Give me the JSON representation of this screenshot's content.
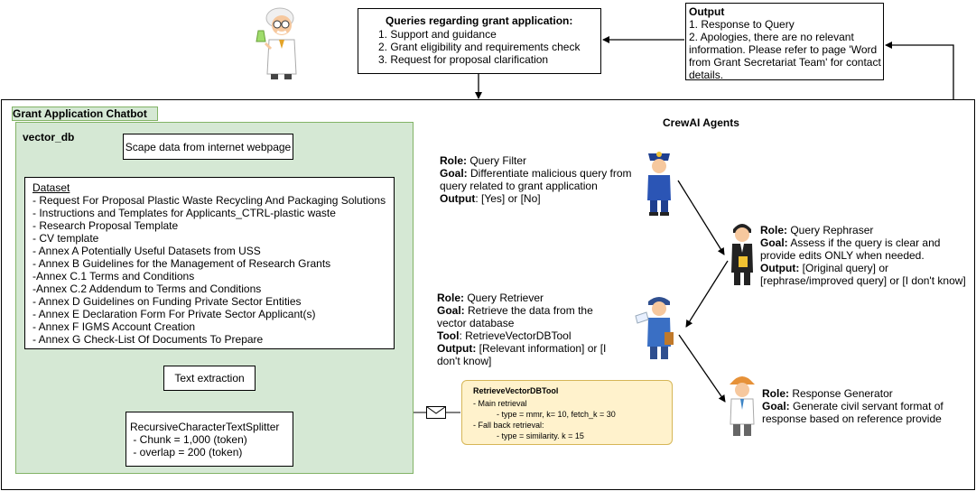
{
  "queries": {
    "title": "Queries regarding grant application:",
    "items": [
      "1. Support and guidance",
      "2. Grant eligibility and requirements check",
      "3. Request for proposal clarification"
    ]
  },
  "output": {
    "title": "Output",
    "items": [
      "1. Response to Query",
      "2. Apologies, there are no relevant",
      "information. Please refer to page 'Word",
      "from Grant Secretariat Team' for contact",
      "details."
    ]
  },
  "chatbot": {
    "title": "Grant Application Chatbot"
  },
  "vector_db": {
    "title": "vector_db",
    "scrape": "Scape data from internet webpage",
    "dataset_title": "Dataset",
    "dataset_items": [
      "- Request For Proposal Plastic Waste Recycling And Packaging Solutions",
      "- Instructions and Templates for Applicants_CTRL-plastic waste",
      "- Research Proposal Template",
      "- CV template",
      "- Annex A Potentially Useful Datasets from USS",
      "- Annex B Guidelines for the Management of Research Grants",
      "-Annex C.1 Terms and Conditions",
      "-Annex C.2 Addendum to Terms and Conditions",
      "- Annex D Guidelines on Funding Private Sector Entities",
      "- Annex E Declaration Form For Private Sector Applicant(s)",
      "- Annex F IGMS Account Creation",
      "- Annex G Check-List Of Documents To Prepare"
    ],
    "text_extraction": "Text extraction",
    "splitter_title": "RecursiveCharacterTextSplitter",
    "splitter_items": [
      " - Chunk = 1,000 (token)",
      " - overlap = 200 (token)"
    ]
  },
  "crewai": {
    "title": "CrewAI Agents",
    "labels": {
      "role": "Role:",
      "goal": "Goal:",
      "tool": "Tool",
      "output": "Output"
    },
    "filter": {
      "role": " Query Filter",
      "goal": " Differentiate malicious query from query related to grant application",
      "output": ": [Yes] or [No]"
    },
    "rephraser": {
      "role": " Query Rephraser",
      "goal": " Assess if the query is clear and provide edits ONLY when needed.",
      "output_label": "Output:",
      "output": " [Original query] or [rephrase/improved query] or [I don't know]"
    },
    "retriever": {
      "role": " Query Retriever",
      "goal": " Retrieve the data from the vector database",
      "tool": ": RetrieveVectorDBTool",
      "output_label": "Output:",
      "output": " [Relevant information] or [I don't know]"
    },
    "generator": {
      "role": " Response Generator",
      "goal": " Generate civil servant format of response based on reference provide"
    }
  },
  "tool_note": {
    "title": "RetrieveVectorDBTool",
    "lines": [
      "- Main retrieval",
      "- type = mmr, k= 10, fetch_k = 30",
      "- Fall back retrieval:",
      "- type =  similarity. k = 15"
    ]
  },
  "colors": {
    "green_fill": "#d5e8d4",
    "green_border": "#82b366",
    "note_fill": "#fff2cc",
    "note_border": "#d6b656"
  }
}
